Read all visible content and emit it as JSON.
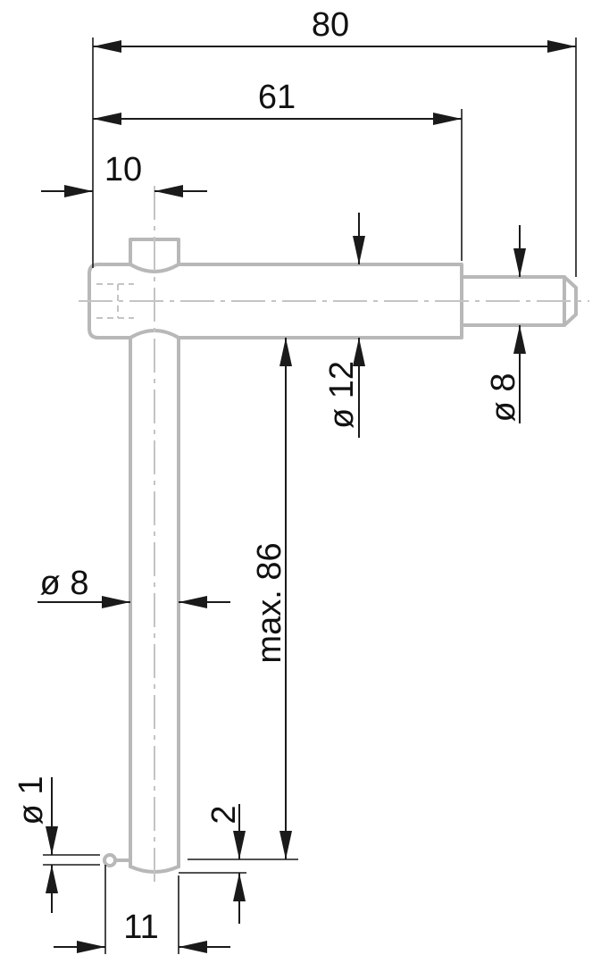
{
  "dimensions": {
    "overall_length": "80",
    "body_length": "61",
    "pin_offset": "10",
    "body_diameter": "ø 12",
    "tip_diameter": "ø 8",
    "handle_diameter": "ø 8",
    "handle_length": "max. 86",
    "wire_diameter": "ø 1",
    "end_gap": "2",
    "end_width": "11"
  }
}
